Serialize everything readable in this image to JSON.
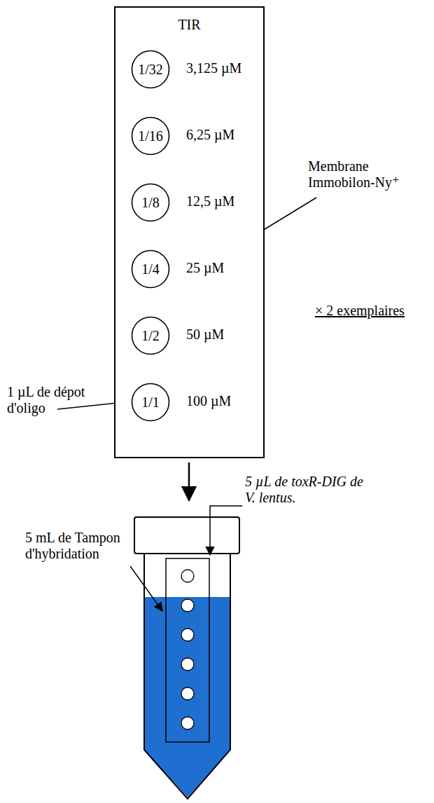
{
  "diagram": {
    "nodes": [
      {
        "text": [
          "TIR"
        ]
      },
      {
        "text": [
          "1/32"
        ],
        "in": 0
      },
      {
        "text": [
          "1/16"
        ],
        "in": 0
      },
      {
        "text": [
          "1/8"
        ],
        "in": 0
      },
      {
        "text": [
          "1/4"
        ],
        "in": 0
      },
      {
        "text": [
          "1/2"
        ],
        "in": 0
      },
      {
        "text": [
          "1/1"
        ],
        "in": 0
      }
    ],
    "labels": [
      "3,125 µM",
      "6,25 µM",
      "12,5 µM",
      "25 µM",
      "50 µM",
      "100 µM",
      "Membrane Immobilon-Ny⁺",
      "× 2 exemplaires",
      "1 µL de dépot d'oligo",
      "5 µL de toxR-DIG de V. lentus.",
      "5 mL de Tampon d'hybridation"
    ]
  }
}
